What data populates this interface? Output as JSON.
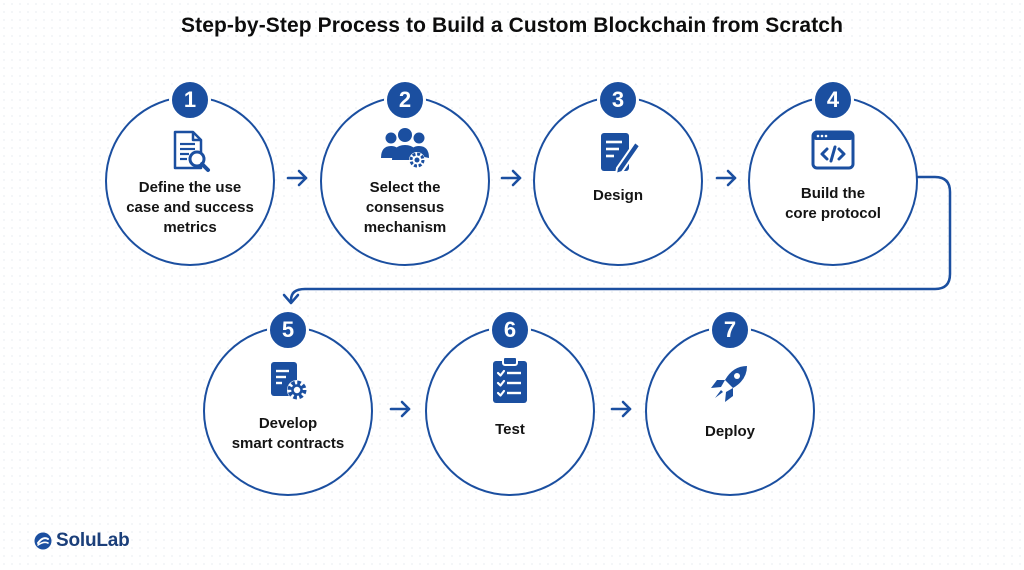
{
  "title": "Step-by-Step Process to Build a Custom Blockchain from Scratch",
  "steps": [
    {
      "number": "1",
      "label": "Define the use\ncase and success\nmetrics",
      "icon": "document-search-icon"
    },
    {
      "number": "2",
      "label": "Select the\nconsensus\nmechanism",
      "icon": "team-gear-icon"
    },
    {
      "number": "3",
      "label": "Design",
      "icon": "document-pencil-icon"
    },
    {
      "number": "4",
      "label": "Build the\ncore protocol",
      "icon": "code-window-icon"
    },
    {
      "number": "5",
      "label": "Develop\nsmart contracts",
      "icon": "document-gear-icon"
    },
    {
      "number": "6",
      "label": "Test",
      "icon": "clipboard-checklist-icon"
    },
    {
      "number": "7",
      "label": "Deploy",
      "icon": "rocket-icon"
    }
  ],
  "brand": {
    "name": "SoluLab",
    "logo_icon": "solulab-logo-icon"
  },
  "colors": {
    "primary": "#1b4fa0",
    "text": "#141414",
    "background": "#ffffff"
  }
}
